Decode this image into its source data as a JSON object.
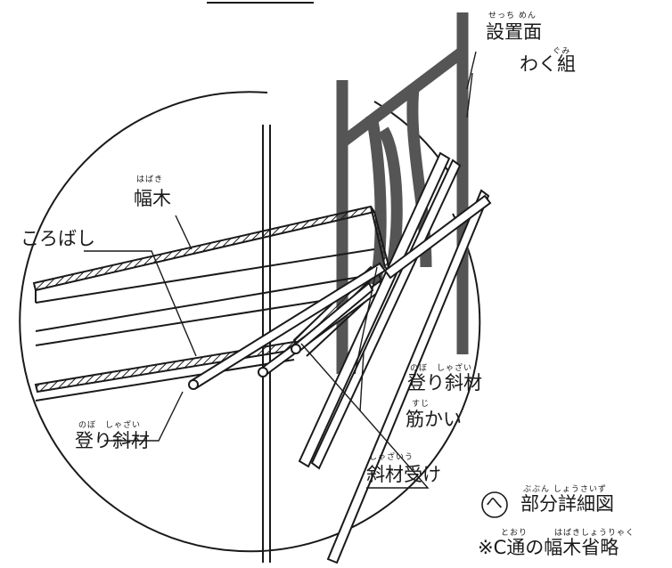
{
  "labels": {
    "setchimen_ruby": "せっち めん",
    "setchimen": "設置面",
    "gumi_ruby": "ぐみ",
    "wakugumi": "わく組",
    "habaki_ruby": "はばき",
    "habaki": "幅木",
    "korobashi": "ころばし",
    "nobori_right_ruby": "のぼ　しゃざい",
    "nobori_right": "登り斜材",
    "suji_ruby": "すじ",
    "sujikai": "筋かい",
    "nobori_left_ruby": "のぼ　しゃざい",
    "nobori_left": "登り斜材",
    "shazaiuke_ruby": "しゃざいう",
    "shazaiuke": "斜材受け",
    "bubun_ruby": "ぶぶん しょうさいず",
    "he_symbol": "へ",
    "bubun": "部分詳細図",
    "note_ruby": "とおり　　　はばきしょうりゃく",
    "note": "※C通の幅木省略"
  },
  "colors": {
    "frame": "#555555",
    "ink": "#1a1a1a"
  }
}
